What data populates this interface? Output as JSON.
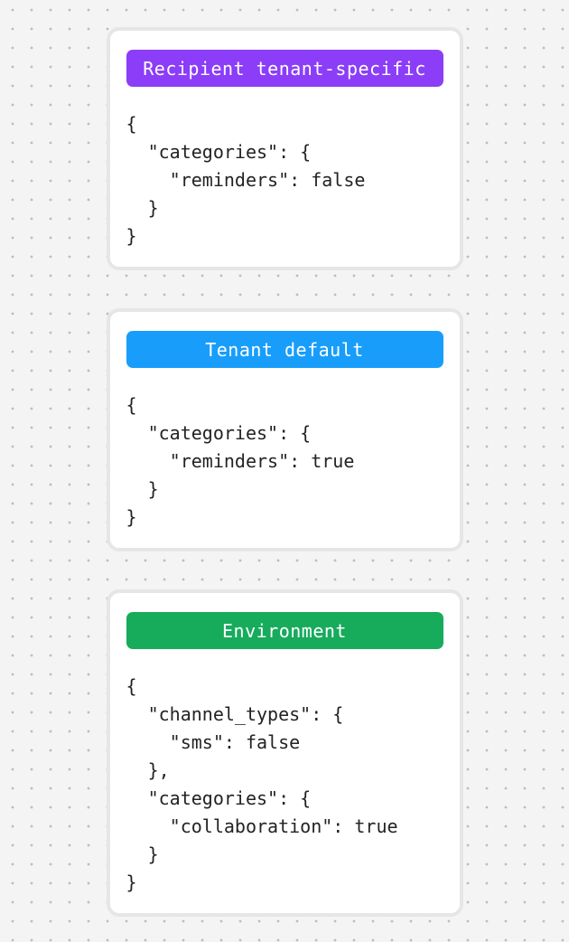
{
  "page": {
    "background_color": "#f4f4f5",
    "dot_color": "#bcbcc2",
    "card_background": "#ffffff",
    "card_ring_color": "#e6e6e9",
    "code_text_color": "#232326"
  },
  "cards": [
    {
      "id": "recipient-tenant-specific",
      "badge": {
        "label": "Recipient tenant-specific",
        "color": "#8b3df8",
        "text_color": "#ffffff"
      },
      "code": "{\n  \"categories\": {\n    \"reminders\": false\n  }\n}"
    },
    {
      "id": "tenant-default",
      "badge": {
        "label": "Tenant default",
        "color": "#189efa",
        "text_color": "#ffffff"
      },
      "code": "{\n  \"categories\": {\n    \"reminders\": true\n  }\n}"
    },
    {
      "id": "environment",
      "badge": {
        "label": "Environment",
        "color": "#17ab5c",
        "text_color": "#ffffff"
      },
      "code": "{\n  \"channel_types\": {\n    \"sms\": false\n  },\n  \"categories\": {\n    \"collaboration\": true\n  }\n}"
    }
  ]
}
